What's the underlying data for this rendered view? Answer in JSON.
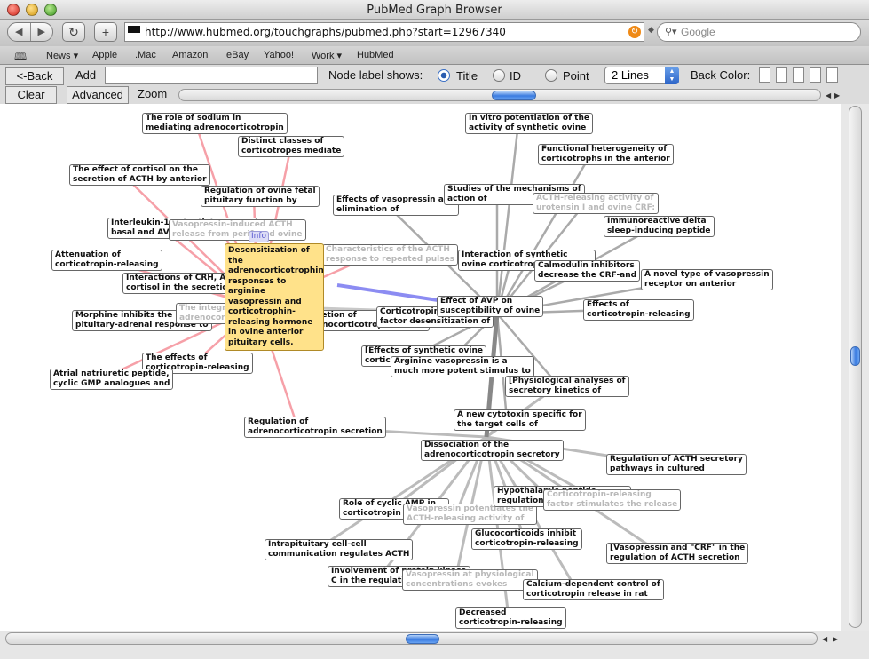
{
  "window": {
    "title": "PubMed Graph Browser"
  },
  "browser": {
    "url": "http://www.hubmed.org/touchgraphs/pubmed.php?start=12967340",
    "search_placeholder": "Google",
    "nav_back": "◀",
    "nav_forward": "▶",
    "reload_glyph": "↻",
    "add_glyph": "+"
  },
  "bookmarks": [
    "News",
    "Apple",
    ".Mac",
    "Amazon",
    "eBay",
    "Yahoo!",
    "Work",
    "HubMed"
  ],
  "controls": {
    "back": "<-Back",
    "add": "Add",
    "node_label_shows": "Node label shows:",
    "label_options": [
      "Title",
      "ID",
      "Point"
    ],
    "selected_label_option": "Title",
    "lines_select": "2 Lines",
    "back_color": "Back Color:",
    "clear": "Clear",
    "advanced": "Advanced",
    "zoom": "Zoom"
  },
  "graph": {
    "selected_node": "Desensitization of the adrenocorticotrophin responses to arginine vasopressin and corticotrophin-releasing hormone in ovine anterior pituitary cells.",
    "info_tag": "Info",
    "nodes": [
      {
        "id": "n1",
        "lines": [
          "The role of sodium in",
          "mediating adrenocorticotropin"
        ]
      },
      {
        "id": "n2",
        "lines": [
          "Distinct classes of",
          "corticotropes mediate"
        ]
      },
      {
        "id": "n3",
        "lines": [
          "The effect of cortisol on the",
          "secretion of ACTH by anterior"
        ]
      },
      {
        "id": "n4",
        "lines": [
          "Regulation of ovine fetal",
          "pituitary function by"
        ]
      },
      {
        "id": "n5",
        "lines": [
          "Interleukin-1 potentiates",
          "basal and AVP-stimulated ACTH"
        ]
      },
      {
        "id": "n6",
        "lines": [
          "Vasopressin-induced ACTH",
          "release from perifused ovine"
        ]
      },
      {
        "id": "n7",
        "lines": [
          "Attenuation of",
          "corticotropin-releasing"
        ]
      },
      {
        "id": "n8",
        "lines": [
          "Interactions of CRH, AVP and",
          "cortisol in the secretion of"
        ]
      },
      {
        "id": "n9",
        "lines": [
          "Morphine inhibits the",
          "pituitary-adrenal response to"
        ]
      },
      {
        "id": "n10",
        "lines": [
          "The integrated response of",
          "adrenocorticotropin and"
        ]
      },
      {
        "id": "n11",
        "lines": [
          "The effects of",
          "corticotropin-releasing"
        ]
      },
      {
        "id": "n12",
        "lines": [
          "Atrial natriuretic peptide,",
          "cyclic GMP analogues and"
        ]
      },
      {
        "id": "n13",
        "lines": [
          "Regulation of",
          "adrenocorticotropin secretion"
        ]
      },
      {
        "id": "n14",
        "lines": [
          "Effects of vasopressin and",
          "elimination of"
        ]
      },
      {
        "id": "n15",
        "lines": [
          "Characteristics of the ACTH",
          "response to repeated pulses"
        ]
      },
      {
        "id": "n16",
        "lines": [
          "Secretion of",
          "adrenocorticotropin (ACTH)"
        ]
      },
      {
        "id": "n17",
        "lines": [
          "Corticotropin-releasing",
          "factor desensitization of"
        ]
      },
      {
        "id": "n18",
        "lines": [
          "[Effects of synthetic ovine",
          "corticoliberin on the"
        ]
      },
      {
        "id": "n19",
        "lines": [
          "Arginine vasopressin is a",
          "much more potent stimulus to"
        ]
      },
      {
        "id": "n20",
        "lines": [
          "In vitro potentiation of the",
          "activity of synthetic ovine"
        ]
      },
      {
        "id": "n21",
        "lines": [
          "Functional heterogeneity of",
          "corticotrophs in the anterior"
        ]
      },
      {
        "id": "n22",
        "lines": [
          "Studies of the mechanisms of",
          "action of"
        ]
      },
      {
        "id": "n23",
        "lines": [
          "ACTH-releasing activity of",
          "urotensin I and ovine CRF:"
        ]
      },
      {
        "id": "n24",
        "lines": [
          "Immunoreactive delta",
          "sleep-inducing peptide"
        ]
      },
      {
        "id": "n25",
        "lines": [
          "Interaction of synthetic",
          "ovine corticotropin-releasing"
        ]
      },
      {
        "id": "n26",
        "lines": [
          "Calmodulin inhibitors",
          "decrease the CRF-and"
        ]
      },
      {
        "id": "n27",
        "lines": [
          "A novel type of vasopressin",
          "receptor on anterior"
        ]
      },
      {
        "id": "n28",
        "lines": [
          "Effect of AVP on",
          "susceptibility of ovine"
        ]
      },
      {
        "id": "n29",
        "lines": [
          "Effects of",
          "corticotropin-releasing"
        ]
      },
      {
        "id": "n30",
        "lines": [
          "[Physiological analyses of",
          "secretory kinetics of"
        ]
      },
      {
        "id": "n31",
        "lines": [
          "A new cytotoxin specific for",
          "the target cells of"
        ]
      },
      {
        "id": "n32",
        "lines": [
          "Dissociation of the",
          "adrenocorticotropin secretory"
        ]
      },
      {
        "id": "n33",
        "lines": [
          "Regulation of ACTH secretory",
          "pathways in cultured"
        ]
      },
      {
        "id": "n34",
        "lines": [
          "Role of cyclic AMP in",
          "corticotropin releasing"
        ]
      },
      {
        "id": "n35",
        "lines": [
          "Vasopressin potentiates the",
          "ACTH-releasing activity of"
        ]
      },
      {
        "id": "n36",
        "lines": [
          "Hypothalamic peptide",
          "regulation of ACTH secretion"
        ]
      },
      {
        "id": "n37",
        "lines": [
          "Corticotropin-releasing",
          "factor stimulates the release"
        ]
      },
      {
        "id": "n38",
        "lines": [
          "Glucocorticoids inhibit",
          "corticotropin-releasing"
        ]
      },
      {
        "id": "n39",
        "lines": [
          "Intrapituitary cell-cell",
          "communication regulates ACTH"
        ]
      },
      {
        "id": "n40",
        "lines": [
          "[Vasopressin and \"CRF\" in the",
          "regulation of ACTH secretion"
        ]
      },
      {
        "id": "n41",
        "lines": [
          "Involvement of protein kinase",
          "C in the regulation of"
        ]
      },
      {
        "id": "n42",
        "lines": [
          "Vasopressin at physiological",
          "concentrations evokes"
        ]
      },
      {
        "id": "n43",
        "lines": [
          "Calcium-dependent control of",
          "corticotropin release in rat"
        ]
      },
      {
        "id": "n44",
        "lines": [
          "Decreased",
          "corticotropin-releasing"
        ]
      }
    ]
  }
}
